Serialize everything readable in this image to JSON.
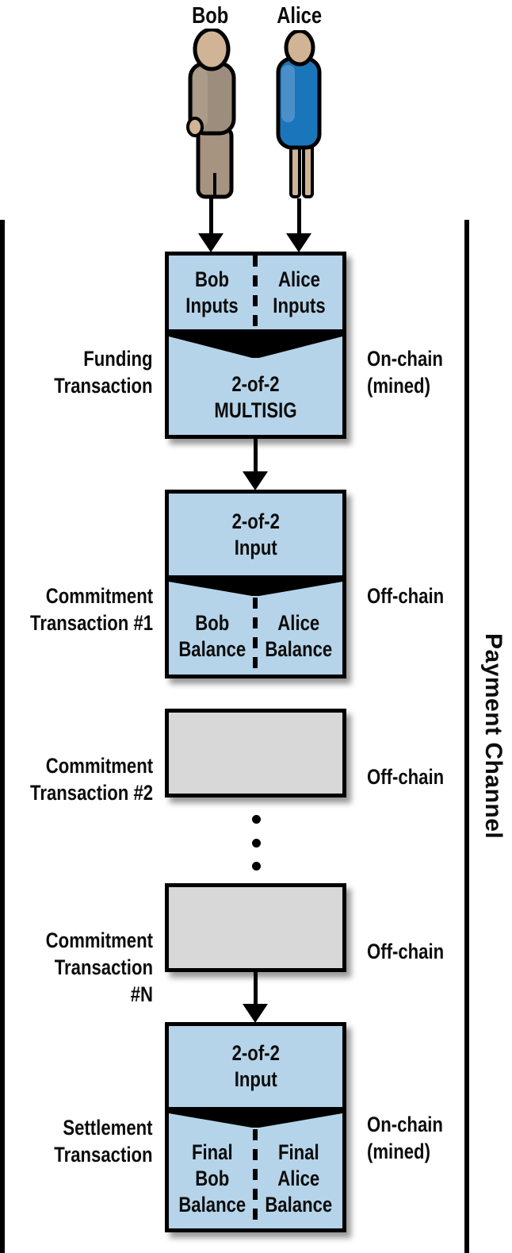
{
  "actors": {
    "bob": "Bob",
    "alice": "Alice"
  },
  "channel": {
    "label": "Payment Channel"
  },
  "funding": {
    "left_label": "Funding\nTransaction",
    "right_label": "On-chain\n(mined)",
    "input_left": "Bob\nInputs",
    "input_right": "Alice\nInputs",
    "output": "2-of-2\nMULTISIG"
  },
  "commitment1": {
    "left_label": "Commitment\nTransaction #1",
    "right_label": "Off-chain",
    "input": "2-of-2\nInput",
    "output_left": "Bob\nBalance",
    "output_right": "Alice\nBalance"
  },
  "commitment2": {
    "left_label": "Commitment\nTransaction #2",
    "right_label": "Off-chain"
  },
  "commitmentN": {
    "left_label": "Commitment\nTransaction #N",
    "right_label": "Off-chain"
  },
  "settlement": {
    "left_label": "Settlement\nTransaction",
    "right_label": "On-chain\n(mined)",
    "input": "2-of-2\nInput",
    "output_left": "Final\nBob\nBalance",
    "output_right": "Final\nAlice\nBalance"
  },
  "colors": {
    "box_blue": "#b5d4e9",
    "box_gray": "#d8d8d8",
    "outline": "#000000",
    "alice_dress": "#1b75bb",
    "alice_arm": "#4a8fc7",
    "bob_outfit": "#9d8d7c",
    "bob_pants": "#a69480",
    "skin": "#d0b495"
  }
}
